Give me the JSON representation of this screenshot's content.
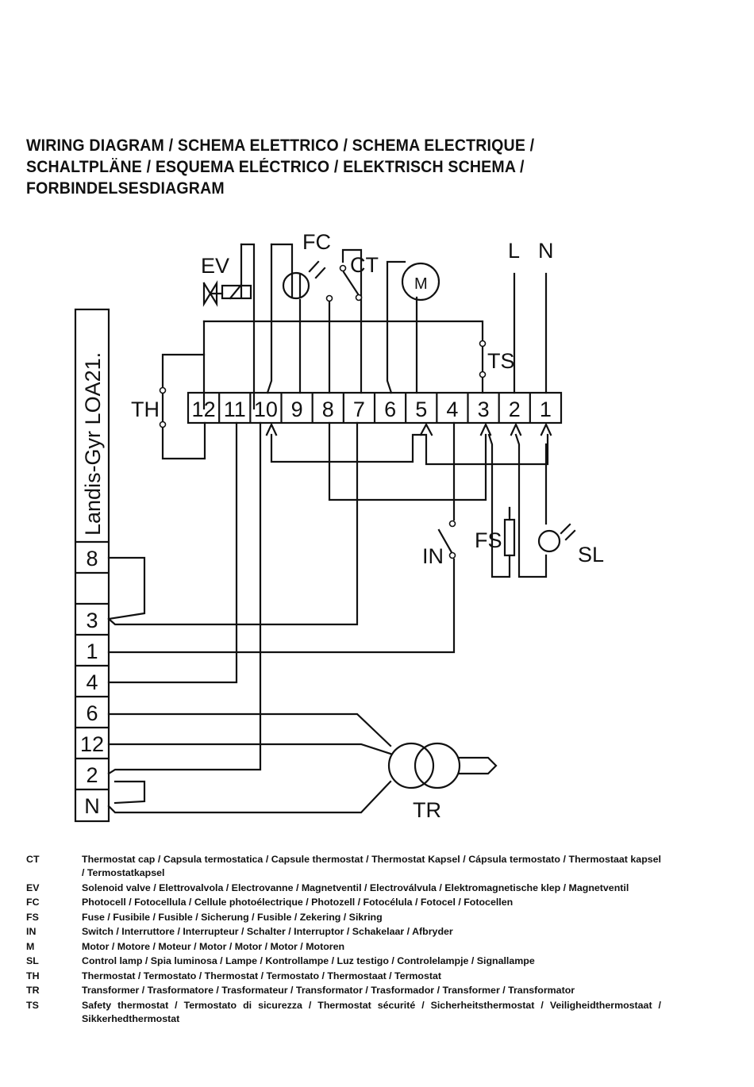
{
  "title": {
    "line1": "WIRING DIAGRAM / SCHEMA ELETTRICO / SCHEMA ELECTRIQUE /",
    "line2": "SCHALTPLÄNE / ESQUEMA ELÉCTRICO / ELEKTRISCH SCHEMA /",
    "line3": "FORBINDELSESDIAGRAM"
  },
  "diagram": {
    "control_box_label": "Landis-Gyr LOA21.",
    "control_box_terminals": [
      "8",
      "",
      "3",
      "1",
      "4",
      "6",
      "12",
      "2",
      "N"
    ],
    "terminal_strip": [
      "12",
      "11",
      "10",
      "9",
      "8",
      "7",
      "6",
      "5",
      "4",
      "3",
      "2",
      "1"
    ],
    "labels": {
      "ev": "EV",
      "fc": "FC",
      "ct": "CT",
      "motor": "M",
      "l": "L",
      "n": "N",
      "ts": "TS",
      "th": "TH",
      "in": "IN",
      "fs": "FS",
      "sl": "SL",
      "tr": "TR"
    }
  },
  "legend": [
    {
      "code": "CT",
      "text": "Thermostat cap / Capsula termostatica / Capsule thermostat / Thermostat Kapsel / Cápsula termostato / Thermostaat kapsel / Termostatkapsel"
    },
    {
      "code": "EV",
      "text": "Solenoid valve / Elettrovalvola / Electrovanne / Magnetventil / Electroválvula / Elektromagnetische klep / Magnetventil"
    },
    {
      "code": "FC",
      "text": "Photocell / Fotocellula / Cellule photoélectrique / Photozell / Fotocélula / Fotocel / Fotocellen"
    },
    {
      "code": "FS",
      "text": "Fuse / Fusibile / Fusible / Sicherung / Fusible / Zekering / Sikring"
    },
    {
      "code": "IN",
      "text": "Switch / Interruttore / Interrupteur / Schalter / Interruptor / Schakelaar / Afbryder"
    },
    {
      "code": "M",
      "text": "Motor / Motore / Moteur / Motor / Motor / Motor / Motoren"
    },
    {
      "code": "SL",
      "text": "Control lamp / Spia luminosa / Lampe / Kontrollampe / Luz testigo / Controlelampje / Signallampe"
    },
    {
      "code": "TH",
      "text": "Thermostat / Termostato / Thermostat / Termostato / Thermostaat / Termostat"
    },
    {
      "code": "TR",
      "text": "Transformer / Trasformatore / Trasformateur / Transformator / Trasformador / Transformer / Transformator"
    },
    {
      "code": "TS",
      "text": "Safety thermostat / Termostato di sicurezza / Thermostat sécurité / Sicherheitsthermostat / Veiligheidthermostaat / Sikkerhedthermostat"
    }
  ]
}
